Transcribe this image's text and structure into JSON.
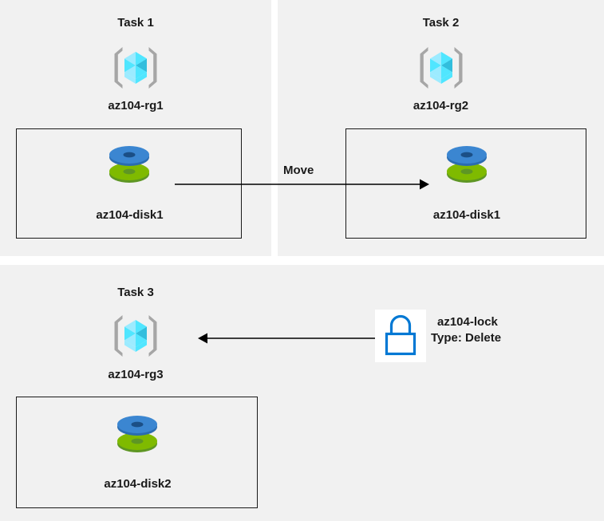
{
  "diagram": {
    "background": "#ffffff",
    "panel_background": "#f1f1f1",
    "line_color": "#1a1a1a",
    "accent_cube": "#50e6ff",
    "accent_disk_top": "#3b86d1",
    "accent_disk_bottom": "#7fba00",
    "accent_lock": "#0078d4"
  },
  "panels": [
    {
      "id": "task1",
      "title": "Task 1",
      "resource_group": {
        "label": "az104-rg1",
        "icon": "resource-group-icon"
      },
      "resource": {
        "label": "az104-disk1",
        "icon": "managed-disk-icon"
      }
    },
    {
      "id": "task2",
      "title": "Task 2",
      "resource_group": {
        "label": "az104-rg2",
        "icon": "resource-group-icon"
      },
      "resource": {
        "label": "az104-disk1",
        "icon": "managed-disk-icon"
      }
    },
    {
      "id": "task3",
      "title": "Task 3",
      "resource_group": {
        "label": "az104-rg3",
        "icon": "resource-group-icon"
      },
      "resource": {
        "label": "az104-disk2",
        "icon": "managed-disk-icon"
      }
    }
  ],
  "connectors": [
    {
      "id": "move-arrow",
      "label": "Move",
      "direction": "right",
      "from": "az104-disk1 in az104-rg1",
      "to": "az104-disk1 in az104-rg2"
    },
    {
      "id": "lock-arrow",
      "label": "",
      "direction": "left",
      "from": "az104-lock",
      "to": "az104-rg3"
    }
  ],
  "lock": {
    "icon": "lock-icon",
    "name": "az104-lock",
    "type_label": "Type: Delete"
  }
}
